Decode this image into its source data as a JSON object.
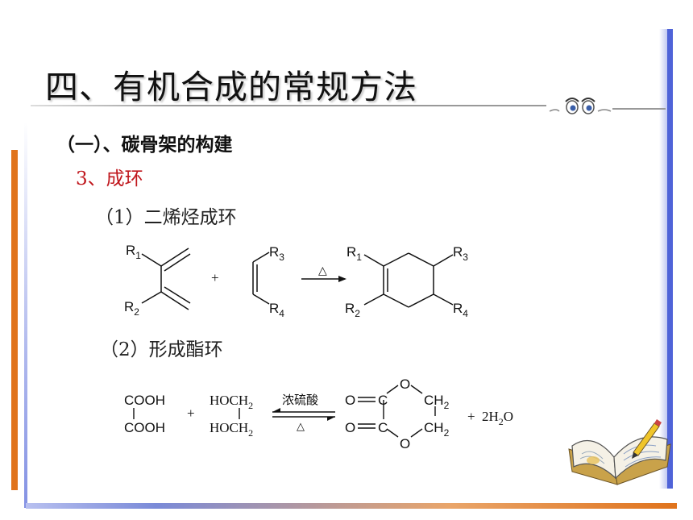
{
  "slide": {
    "title": "四、有机合成的常规方法",
    "section": "（一）、碳骨架的构建",
    "subsection": "3、成环",
    "item1": "（1）二烯烃成环",
    "item2": "（2）形成酯环"
  },
  "reaction1": {
    "diene_r1": "R",
    "diene_r1_sub": "1",
    "diene_r2": "R",
    "diene_r2_sub": "2",
    "plus": "+",
    "alkene_r3": "R",
    "alkene_r3_sub": "3",
    "alkene_r4": "R",
    "alkene_r4_sub": "4",
    "condition": "△",
    "prod_r1": "R",
    "prod_r1_sub": "1",
    "prod_r2": "R",
    "prod_r2_sub": "2",
    "prod_r3": "R",
    "prod_r3_sub": "3",
    "prod_r4": "R",
    "prod_r4_sub": "4"
  },
  "reaction2": {
    "acid_top": "COOH",
    "acid_bottom": "COOH",
    "plus1": "+",
    "glycol_top": "HOCH",
    "glycol_top_sub": "2",
    "glycol_bottom": "HOCH",
    "glycol_bottom_sub": "2",
    "condition_top": "浓硫酸",
    "condition_bottom": "△",
    "ring_o_top": "O",
    "ring_o_bottom": "O",
    "ring_c_top": "C",
    "ring_c_bottom": "C",
    "ring_oxo_top": "O",
    "ring_oxo_bottom": "O",
    "ring_ch2_top": "CH",
    "ring_ch2_top_sub": "2",
    "ring_ch2_bottom": "CH",
    "ring_ch2_bottom_sub": "2",
    "plus2": "+",
    "water_prefix": "2H",
    "water_sub": "2",
    "water_suffix": "O"
  },
  "colors": {
    "accent_orange": "#e0731c",
    "accent_blue": "#4f63d8",
    "subsection_red": "#c0171d"
  },
  "decor": {
    "eyes_icon": "eyes-icon",
    "book_icon": "open-book-pen-icon"
  }
}
